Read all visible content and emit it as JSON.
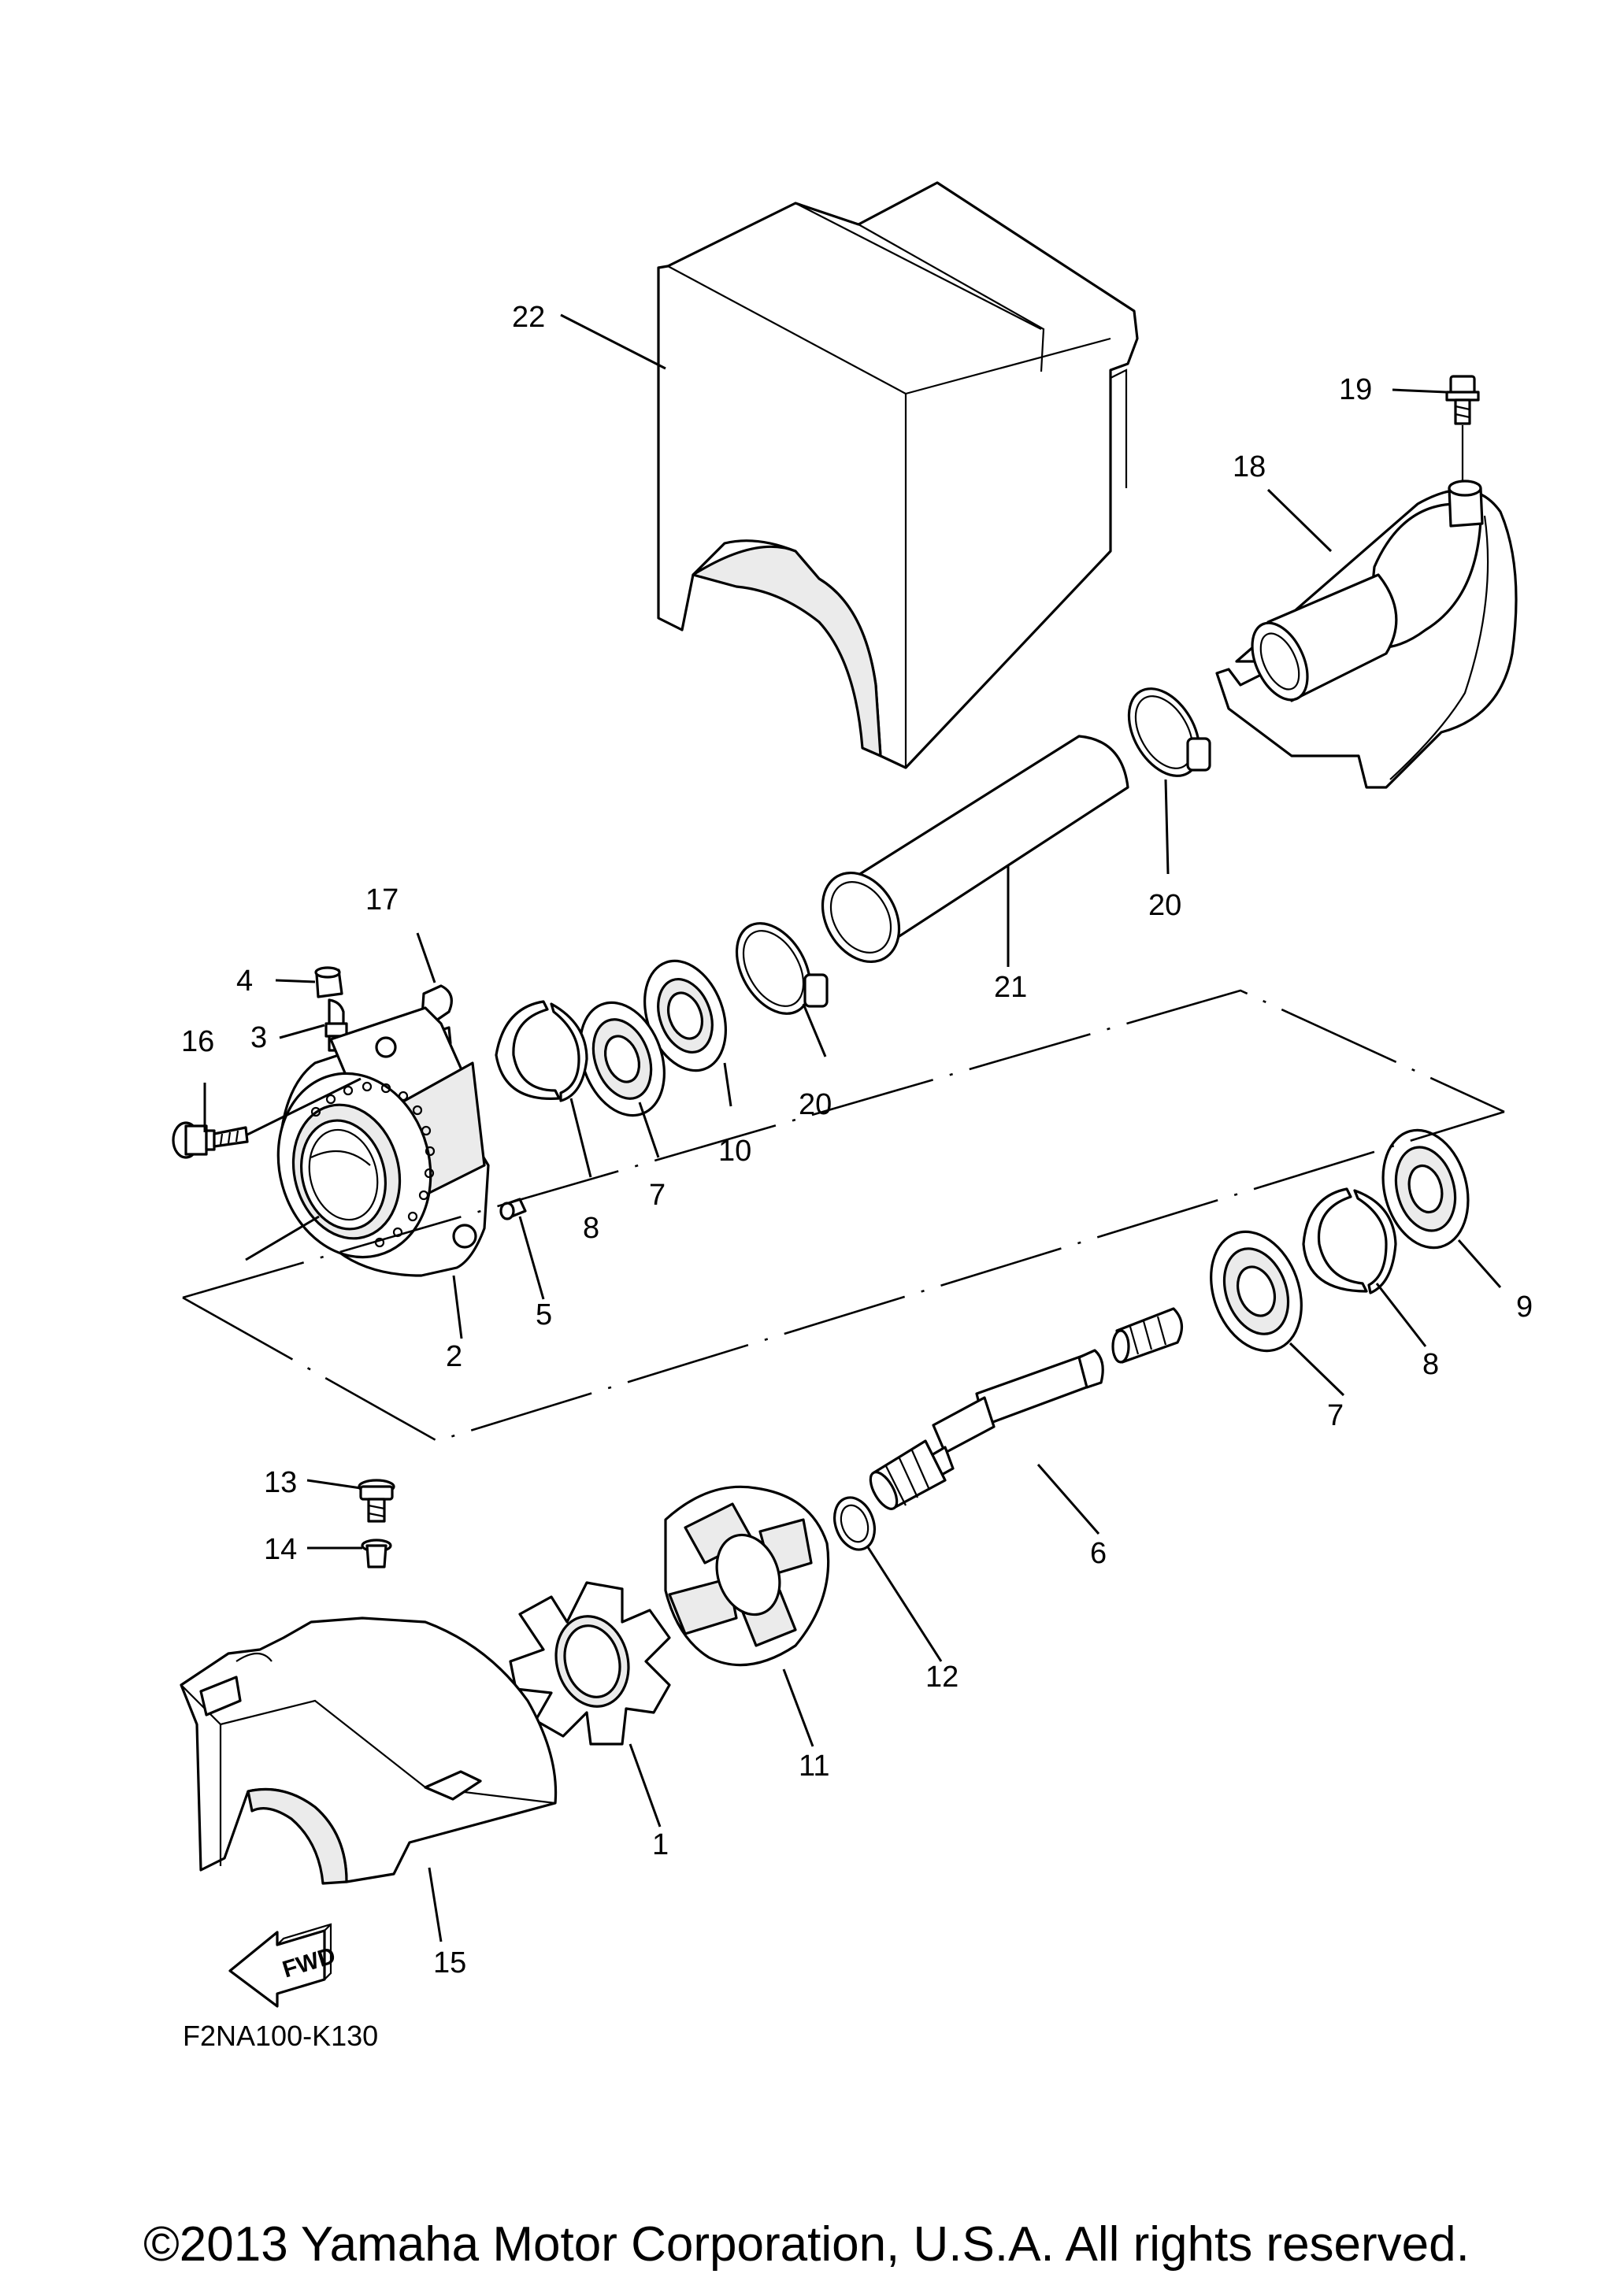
{
  "diagram": {
    "parts": [
      {
        "id": "p22",
        "label": "22"
      },
      {
        "id": "p19",
        "label": "19"
      },
      {
        "id": "p18",
        "label": "18"
      },
      {
        "id": "p20a",
        "label": "20"
      },
      {
        "id": "p21",
        "label": "21"
      },
      {
        "id": "p20b",
        "label": "20"
      },
      {
        "id": "p17",
        "label": "17"
      },
      {
        "id": "p4",
        "label": "4"
      },
      {
        "id": "p3",
        "label": "3"
      },
      {
        "id": "p16",
        "label": "16"
      },
      {
        "id": "p10",
        "label": "10"
      },
      {
        "id": "p7a",
        "label": "7"
      },
      {
        "id": "p8a",
        "label": "8"
      },
      {
        "id": "p5",
        "label": "5"
      },
      {
        "id": "p2",
        "label": "2"
      },
      {
        "id": "p9",
        "label": "9"
      },
      {
        "id": "p8b",
        "label": "8"
      },
      {
        "id": "p7b",
        "label": "7"
      },
      {
        "id": "p6",
        "label": "6"
      },
      {
        "id": "p13",
        "label": "13"
      },
      {
        "id": "p14",
        "label": "14"
      },
      {
        "id": "p12",
        "label": "12"
      },
      {
        "id": "p11",
        "label": "11"
      },
      {
        "id": "p1",
        "label": "1"
      },
      {
        "id": "p15",
        "label": "15"
      }
    ],
    "direction_label": "FWD",
    "drawing_code": "F2NA100-K130"
  },
  "footer": {
    "copyright": "©2013 Yamaha Motor Corporation, U.S.A. All rights reserved."
  }
}
